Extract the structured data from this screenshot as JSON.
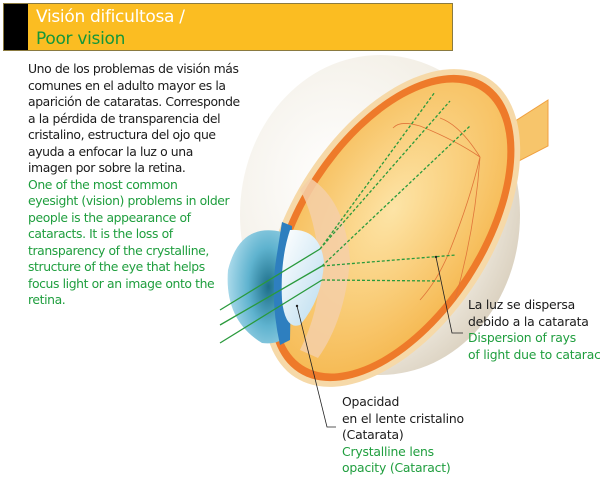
{
  "header": {
    "title_es": "Visión dificultosa /",
    "title_en": "Poor vision"
  },
  "intro": {
    "es_lines": [
      "Uno de los problemas de visión más",
      "comunes en el adulto mayor es la",
      "aparición de cataratas. Corresponde",
      "a la pérdida de transparencia del",
      "cristalino, estructura del ojo que",
      "ayuda a enfocar la luz o una",
      "imagen por sobre la retina."
    ],
    "en_lines": [
      "One of the most common",
      "eyesight (vision) problems in older",
      "people is the appearance of",
      "cataracts. It is the loss of",
      "transparency of the crystalline,",
      "structure of the eye that helps",
      "focus light or an image onto the",
      "retina."
    ]
  },
  "labels": {
    "dispersion": {
      "es_lines": [
        "La luz se dispersa",
        "debido a la catarata"
      ],
      "en_lines": [
        "Dispersion of rays",
        "of light due to cataract"
      ]
    },
    "opacity": {
      "es_lines": [
        "Opacidad",
        "en el lente cristalino",
        "(Catarata)"
      ],
      "en_lines": [
        "Crystalline lens",
        "opacity (Cataract)"
      ]
    }
  },
  "colors": {
    "header_bg": "#FBBD22",
    "green": "#1F9E3E",
    "sclera_orange": "#EE7A2A",
    "interior": "#F8C25C"
  }
}
